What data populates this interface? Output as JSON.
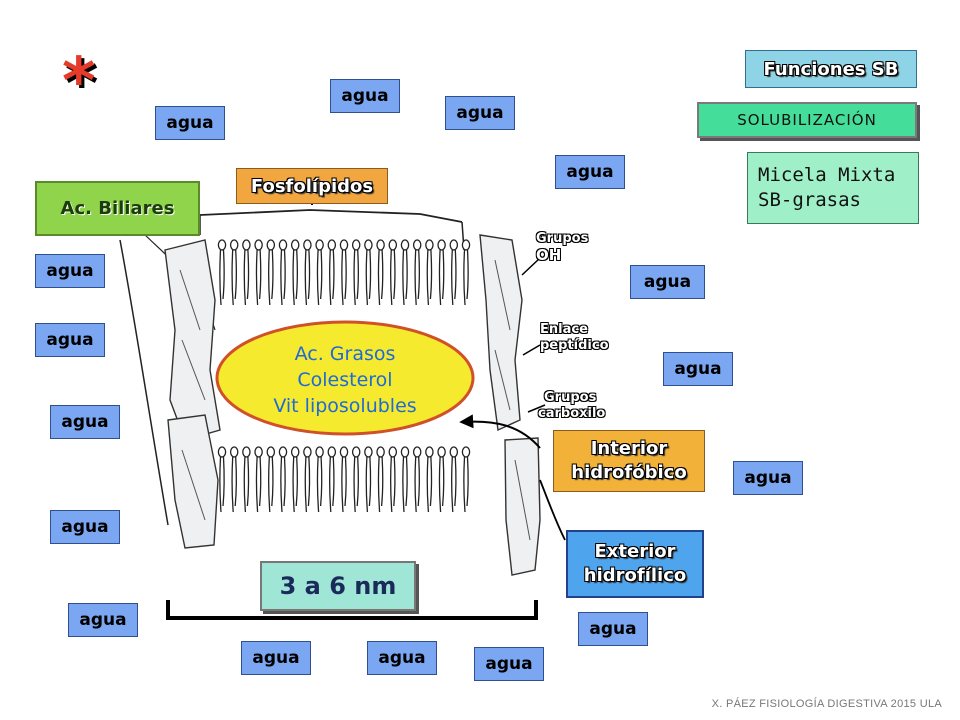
{
  "asterisk": "*",
  "funciones": "Funciones SB",
  "solubilizacion": "SOLUBILIZACIÓN",
  "micela": {
    "line1": "Micela Mixta",
    "line2": "SB-grasas"
  },
  "fosfolipidos": "Fosfolípidos",
  "ac_biliares": "Ac. Biliares",
  "core": {
    "line1": "Ac. Grasos",
    "line2": "Colesterol",
    "line3": "Vit liposolubles"
  },
  "grupos_oh": {
    "line1": "Grupos",
    "line2": "OH"
  },
  "enlace": {
    "line1": "Enlace",
    "line2": "peptídico"
  },
  "carboxilo": {
    "line1": "Grupos",
    "line2": "carboxilo"
  },
  "interior": {
    "line1": "Interior",
    "line2": "hidrofóbico"
  },
  "exterior": {
    "line1": "Exterior",
    "line2": "hidrofílico"
  },
  "size": "3 a 6 nm",
  "agua": "agua",
  "footer": "X. PÁEZ   FISIOLOGÍA DIGESTIVA 2015  ULA",
  "colors": {
    "agua": "#7aa6f2",
    "funciones": "#8fd3e6",
    "solubilizacion": "#44dd9a",
    "micela": "#9ff0c8",
    "fosfolipidos": "#f2a640",
    "ac_biliares": "#8fd44a",
    "core": "#f5ea2e",
    "interior": "#f2b23a",
    "exterior": "#4ea5ee",
    "size": "#9fe6d6",
    "asterisk": "#e63a2a"
  }
}
